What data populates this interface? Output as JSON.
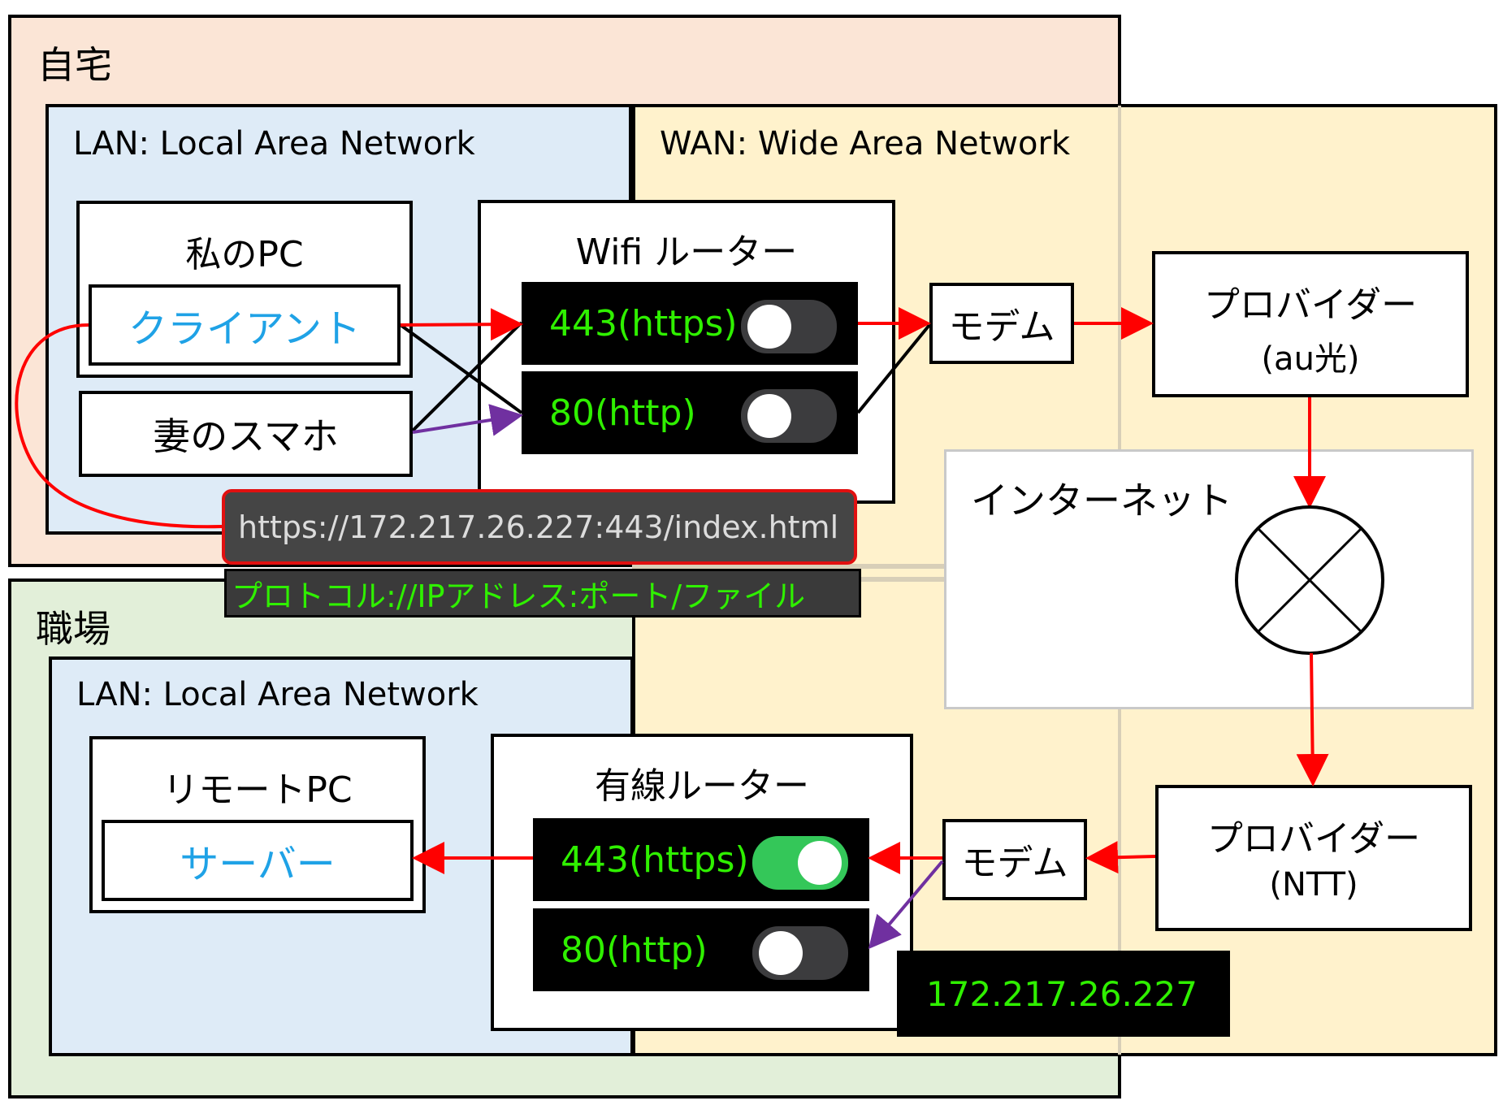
{
  "zones": {
    "home": "自宅",
    "work": "職場",
    "home_lan": "LAN: Local Area Network",
    "wan": "WAN: Wide Area Network",
    "work_lan": "LAN: Local Area Network"
  },
  "home": {
    "my_pc": "私のPC",
    "client": "クライアント",
    "wife_phone": "妻のスマホ",
    "router_title": "Wifi ルーター",
    "ports": [
      {
        "label": "443(https)",
        "on": false
      },
      {
        "label": "80(http)",
        "on": false
      }
    ],
    "modem": "モデム",
    "provider": "プロバイダー",
    "provider_sub": "(au光)"
  },
  "internet": "インターネット",
  "url": {
    "text": "https://172.217.26.227:443/index.html",
    "format": "プロトコル://IPアドレス:ポート/ファイル"
  },
  "work": {
    "remote_pc": "リモートPC",
    "server": "サーバー",
    "router_title": "有線ルーター",
    "ports": [
      {
        "label": "443(https)",
        "on": true
      },
      {
        "label": "80(http)",
        "on": false
      }
    ],
    "modem": "モデム",
    "provider": "プロバイダー",
    "provider_sub": "(NTT)",
    "ip": "172.217.26.227"
  },
  "colors": {
    "home_bg": "#fbe5d6",
    "work_bg": "#e2efd9",
    "lan_bg": "#deebf7",
    "wan_bg": "#fff2cc",
    "port_text": "#2ff000",
    "client_text": "#1fa2e6",
    "red_arrow": "#ff0000",
    "purple_arrow": "#7030a0",
    "toggle_on": "#34c759"
  }
}
